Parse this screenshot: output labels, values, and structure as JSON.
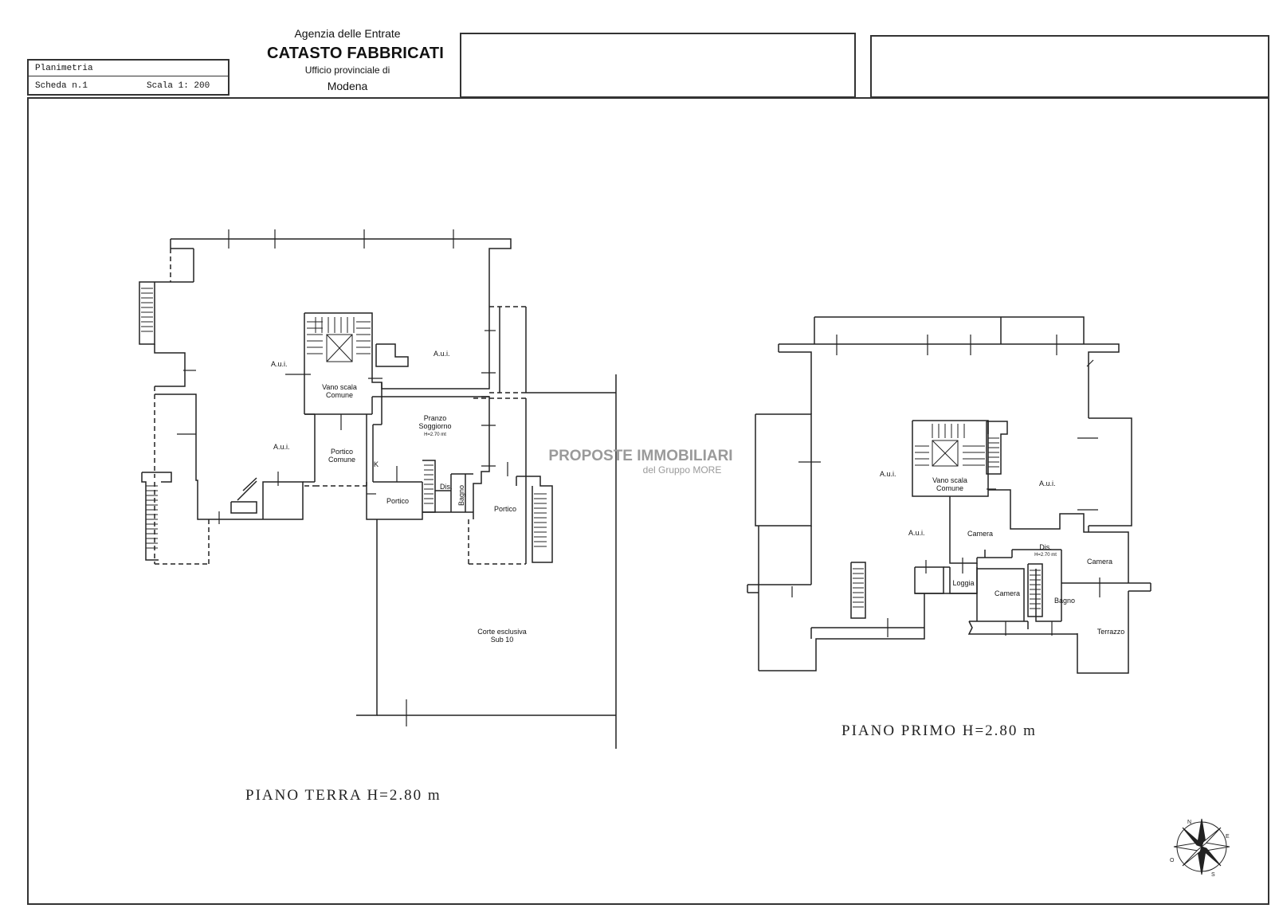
{
  "header": {
    "agency": "Agenzia delle Entrate",
    "title": "CATASTO FABBRICATI",
    "office": "Ufficio provinciale di",
    "city": "Modena"
  },
  "form": {
    "planimetria": "Planimetria",
    "scheda": "Scheda n.1",
    "scala": "Scala 1: 200"
  },
  "watermark": {
    "line1": "PROPOSTE IMMOBILIARI",
    "line2": "del Gruppo MORE"
  },
  "ground_floor": {
    "title": "PIANO TERRA H=2.80 m",
    "rooms": {
      "aui_left_top": "A.u.i.",
      "aui_right_top": "A.u.i.",
      "aui_left_bottom": "A.u.i.",
      "vano_1": "Vano scala",
      "vano_2": "Comune",
      "portico_comune_1": "Portico",
      "portico_comune_2": "Comune",
      "pranzo_1": "Pranzo",
      "pranzo_2": "Soggiorno",
      "pranzo_h": "H=2.70 mt",
      "k": "K",
      "portico_a": "Portico",
      "dis": "Dis.",
      "bagno": "Bagno",
      "portico_b": "Portico",
      "corte_1": "Corte esclusiva",
      "corte_2": "Sub 10"
    }
  },
  "first_floor": {
    "title": "PIANO PRIMO H=2.80 m",
    "rooms": {
      "aui_left": "A.u.i.",
      "aui_right": "A.u.i.",
      "aui_center": "A.u.i.",
      "vano_1": "Vano scala",
      "vano_2": "Comune",
      "camera_1": "Camera",
      "dis": "Dis.",
      "dis_h": "H=2.70 mt",
      "camera_2": "Camera",
      "loggia": "Loggia",
      "camera_3": "Camera",
      "bagno": "Bagno",
      "terrazzo": "Terrazzo"
    }
  },
  "compass": {
    "n": "N",
    "e": "E",
    "s": "S",
    "o": "O"
  }
}
